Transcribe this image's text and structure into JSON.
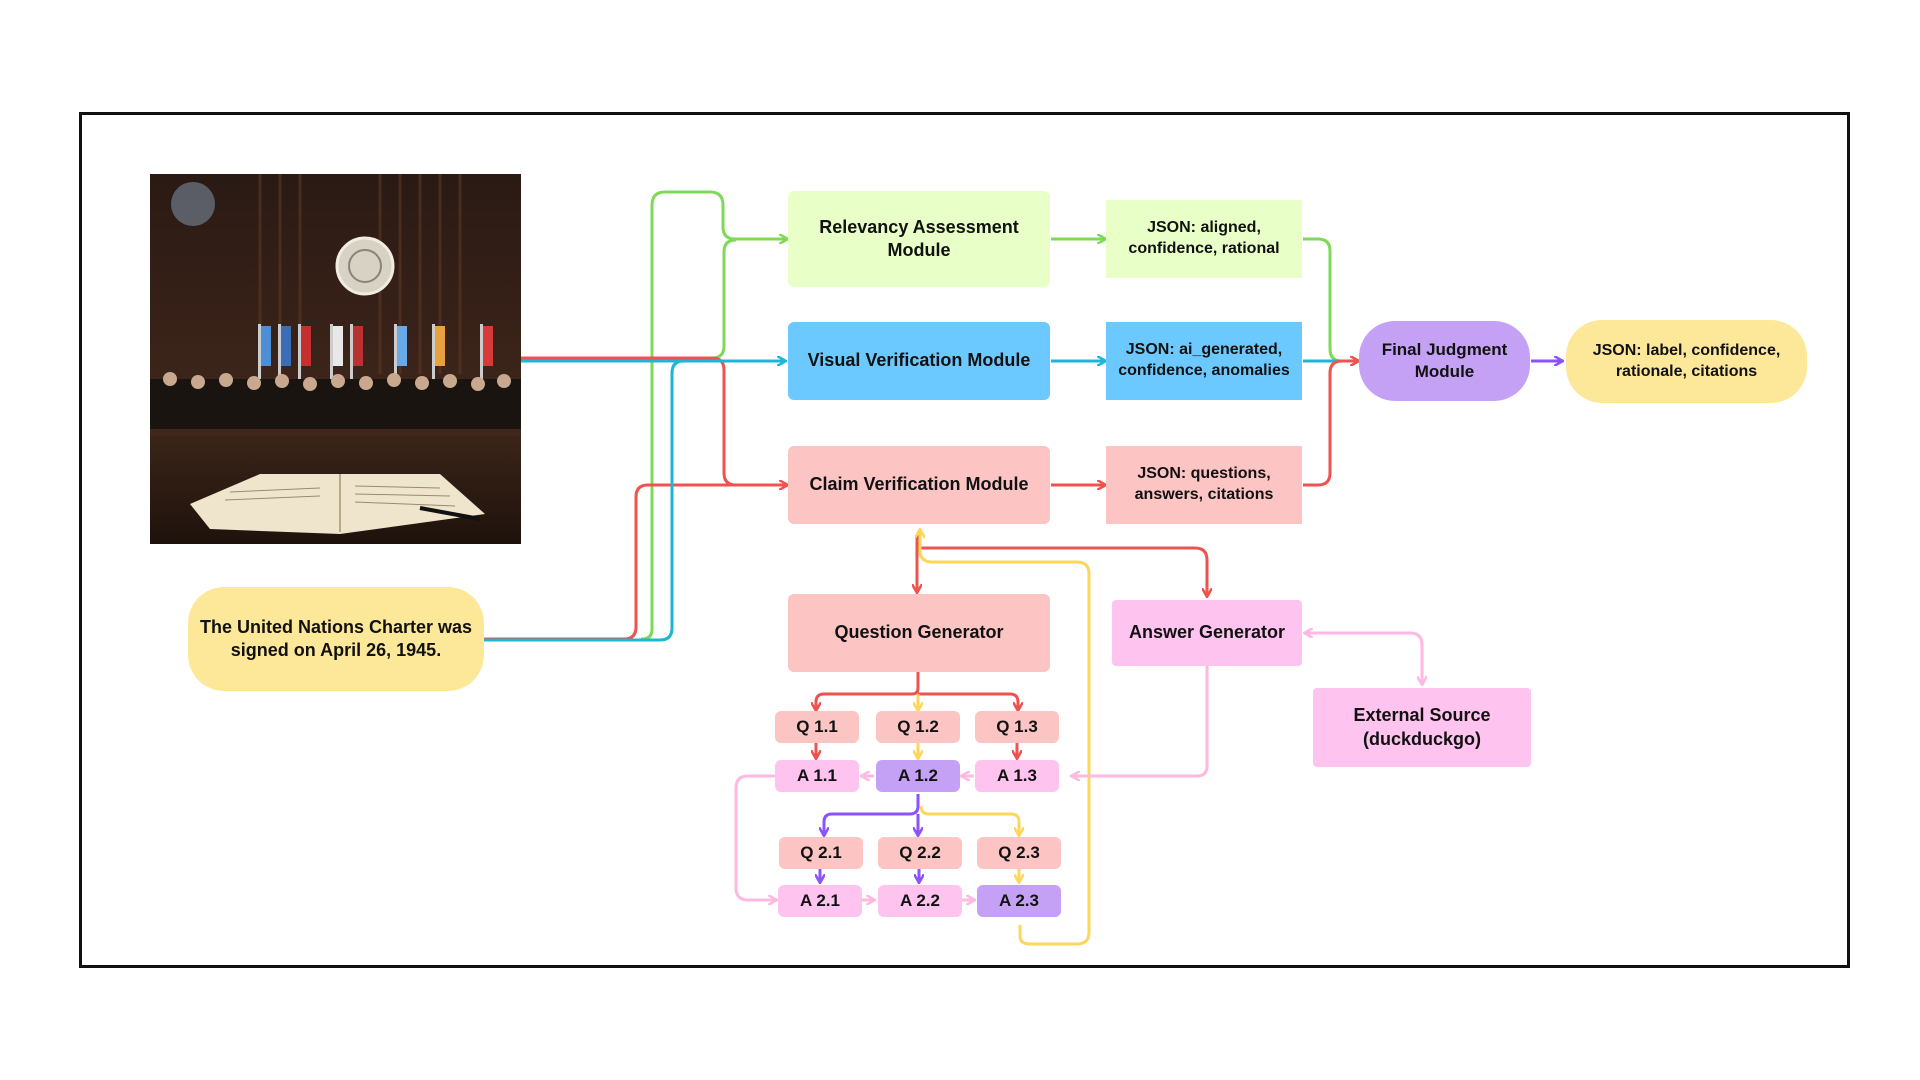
{
  "claim": "The United Nations Charter was signed on April 26, 1945.",
  "modules": {
    "relevancy": "Relevancy Assessment Module",
    "visual": "Visual Verification Module",
    "claim": "Claim Verification Module",
    "final": "Final Judgment Module"
  },
  "outputs": {
    "relevancy": "JSON: aligned, confidence, rational",
    "visual": "JSON: ai_generated, confidence, anomalies",
    "claim": "JSON: questions, answers, citations",
    "final": "JSON: label, confidence, rationale, citations"
  },
  "generators": {
    "question": "Question Generator",
    "answer": "Answer Generator",
    "external": "External Source (duckduckgo)"
  },
  "qa_round1": {
    "questions": [
      "Q 1.1",
      "Q 1.2",
      "Q 1.3"
    ],
    "answers": [
      "A 1.1",
      "A 1.2",
      "A 1.3"
    ]
  },
  "qa_round2": {
    "questions": [
      "Q 2.1",
      "Q 2.2",
      "Q 2.3"
    ],
    "answers": [
      "A 2.1",
      "A 2.2",
      "A 2.3"
    ]
  },
  "colors": {
    "green": "#7ed957",
    "blue": "#1fb6d4",
    "red": "#ef5350",
    "yellow": "#fdd65a",
    "purple": "#8c52ff",
    "pink": "#ffb8e0",
    "box_green": "#e9ffc8",
    "box_blue": "#6cc9ff",
    "box_red": "#fdc4c4",
    "box_pink": "#ffc3ef",
    "box_purple": "#c5a1f5",
    "box_yellow": "#fde89a"
  }
}
